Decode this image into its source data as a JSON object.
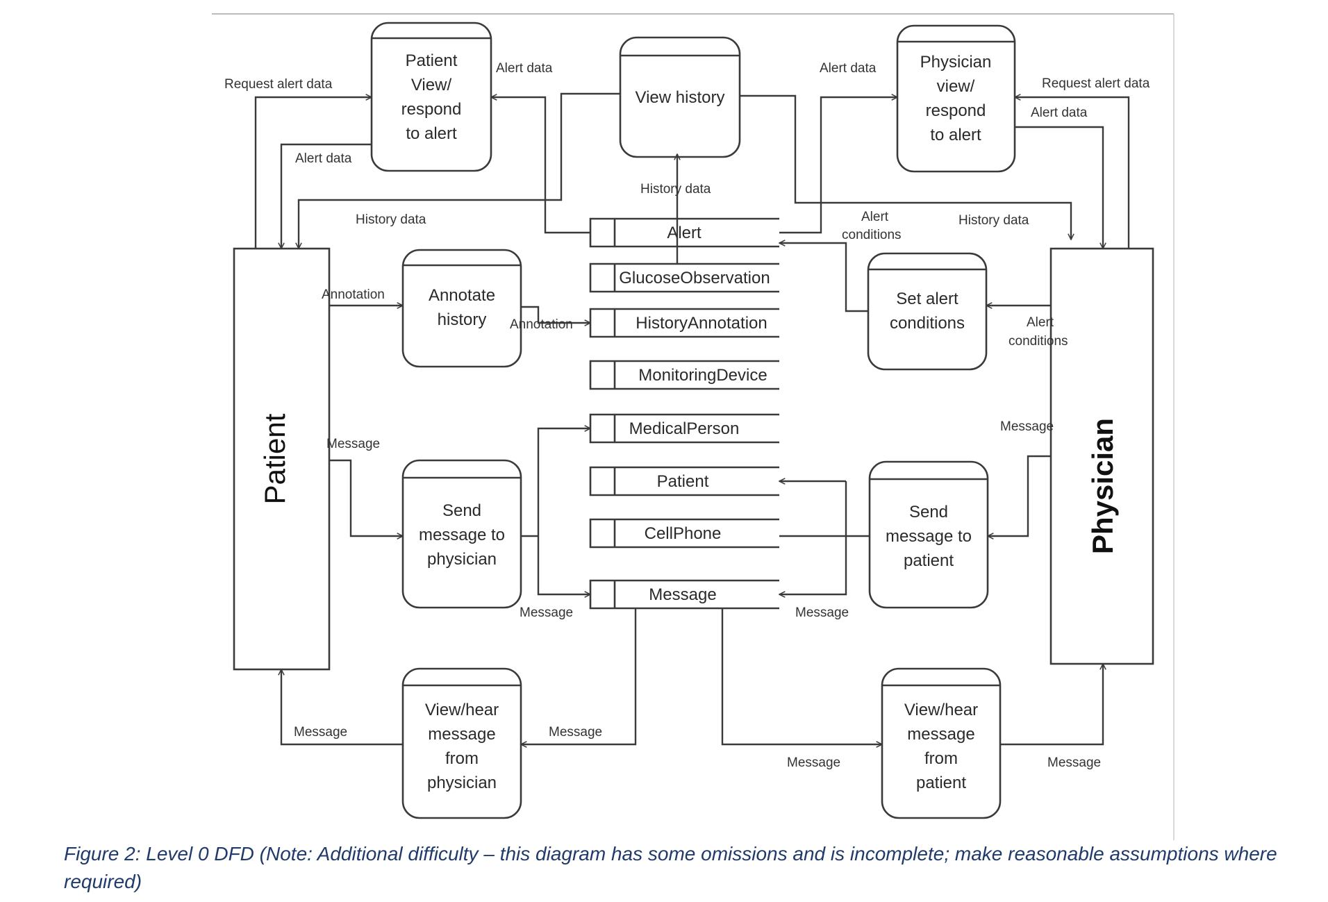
{
  "external_entities": {
    "patient": "Patient",
    "physician": "Physician"
  },
  "processes": {
    "patient_view_respond": [
      "Patient",
      "View/",
      "respond",
      "to alert"
    ],
    "view_history": [
      "View history"
    ],
    "physician_view_respond": [
      "Physician",
      "view/",
      "respond",
      "to alert"
    ],
    "annotate_history": [
      "Annotate",
      "history"
    ],
    "set_alert_conditions": [
      "Set alert",
      "conditions"
    ],
    "send_msg_to_physician": [
      "Send",
      "message to",
      "physician"
    ],
    "send_msg_to_patient": [
      "Send",
      "message to",
      "patient"
    ],
    "view_hear_from_physician": [
      "View/hear",
      "message",
      "from",
      "physician"
    ],
    "view_hear_from_patient": [
      "View/hear",
      "message",
      "from",
      "patient"
    ]
  },
  "data_stores": {
    "alert": "Alert",
    "glucose_observation": "GlucoseObservation",
    "history_annotation": "HistoryAnnotation",
    "monitoring_device": "MonitoringDevice",
    "medical_person": "MedicalPerson",
    "patient": "Patient",
    "cell_phone": "CellPhone",
    "message": "Message"
  },
  "flows": {
    "request_alert_data_left": "Request alert data",
    "alert_data_left_1": "Alert data",
    "alert_data_left_2": "Alert data",
    "history_data_left": "History data",
    "history_data_center": "History data",
    "alert_data_right_1": "Alert data",
    "request_alert_data_right": "Request alert data",
    "alert_data_right_2": "Alert data",
    "history_data_right": "History data",
    "alert_conditions_1": [
      "Alert",
      "conditions"
    ],
    "alert_conditions_2": [
      "Alert",
      "conditions"
    ],
    "annotation_1": "Annotation",
    "annotation_2": "Annotation",
    "message_patient_out": "Message",
    "message_physician_out": "Message",
    "message_to_store_left": "Message",
    "message_to_store_right": "Message",
    "message_patient_in": "Message",
    "message_from_store_left": "Message",
    "message_from_store_right": "Message",
    "message_physician_in": "Message"
  },
  "caption": "Figure 2: Level 0 DFD (Note: Additional difficulty – this diagram has some omissions and is incomplete; make reasonable assumptions where required)"
}
